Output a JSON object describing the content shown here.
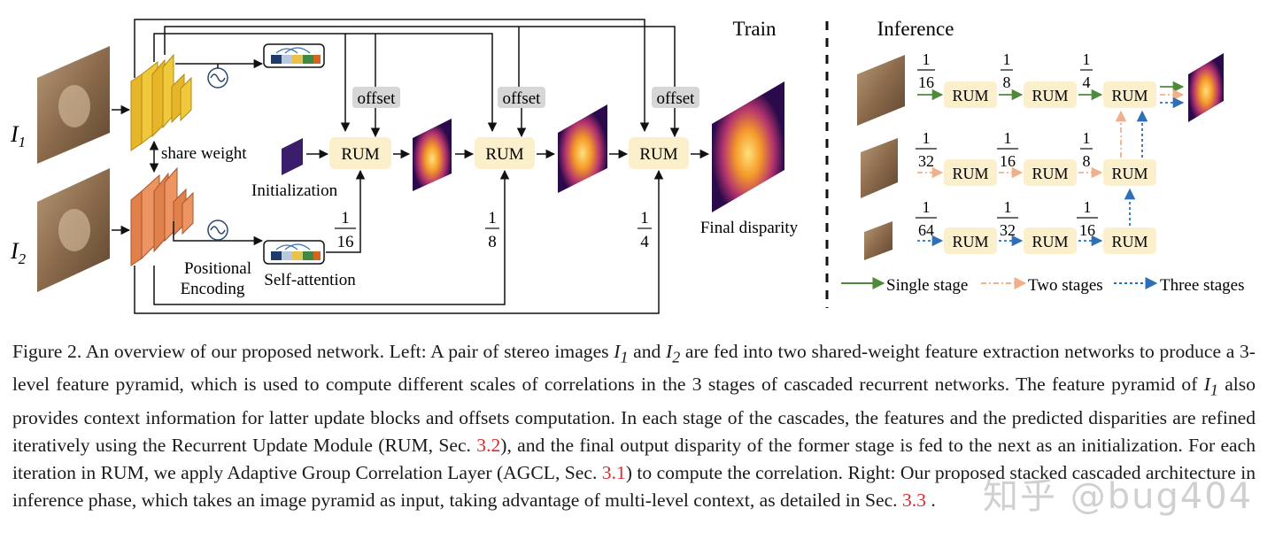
{
  "train": {
    "title": "Train",
    "input1": "I",
    "input1_sub": "1",
    "input2": "I",
    "input2_sub": "2",
    "share_weight": "share weight",
    "initialization": "Initialization",
    "positional_encoding_line1": "Positional",
    "positional_encoding_line2": "Encoding",
    "self_attention": "Self-attention",
    "offset": "offset",
    "rum": "RUM",
    "scale_num": "1",
    "scale_16": "16",
    "scale_8": "8",
    "scale_4": "4",
    "final_disparity": "Final disparity"
  },
  "inference": {
    "title": "Inference",
    "rum": "RUM",
    "rows": [
      {
        "scales": [
          "16",
          "8",
          "4"
        ]
      },
      {
        "scales": [
          "32",
          "16",
          "8"
        ]
      },
      {
        "scales": [
          "64",
          "32",
          "16"
        ]
      }
    ],
    "legend": {
      "single": "Single stage",
      "two": "Two stages",
      "three": "Three stages"
    },
    "colors": {
      "single": "#4e8a3a",
      "two": "#f0b08a",
      "three": "#2f6fb5"
    }
  },
  "caption": {
    "p1": "Figure 2. An overview of our proposed network. Left: A pair of stereo images ",
    "i1": "I",
    "i1_sub": "1",
    "p2": " and ",
    "i2": "I",
    "i2_sub": "2",
    "p3": " are fed into two shared-weight feature extraction networks to produce a 3-level feature pyramid, which is used to compute different scales of correlations in the 3 stages of cascaded recurrent networks. The feature pyramid of ",
    "i3": "I",
    "i3_sub": "1",
    "p4": " also provides context information for latter update blocks and offsets computation. In each stage of the cascades, the features and the predicted disparities are refined iteratively using the Recurrent Update Module (RUM, Sec. ",
    "ref1": "3.2",
    "p5": "), and the final output disparity of the former stage is fed to the next as an initialization. For each iteration in RUM, we apply Adaptive Group Correlation Layer (AGCL, Sec. ",
    "ref2": "3.1",
    "p6": ") to compute the correlation.  Right: Our proposed stacked cascaded architecture in inference phase, which takes an image pyramid as input, taking advantage of multi-level context, as detailed in Sec. ",
    "ref3": "3.3",
    "p7": " ."
  },
  "watermark": "知乎 @bug404"
}
